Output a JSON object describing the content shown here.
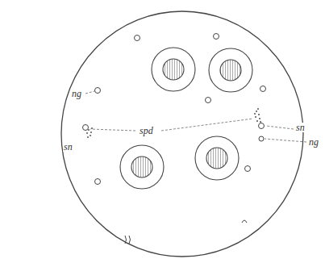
{
  "diagram": {
    "labels": [
      "ng",
      "spd",
      "sn",
      "sn",
      "ng"
    ]
  }
}
